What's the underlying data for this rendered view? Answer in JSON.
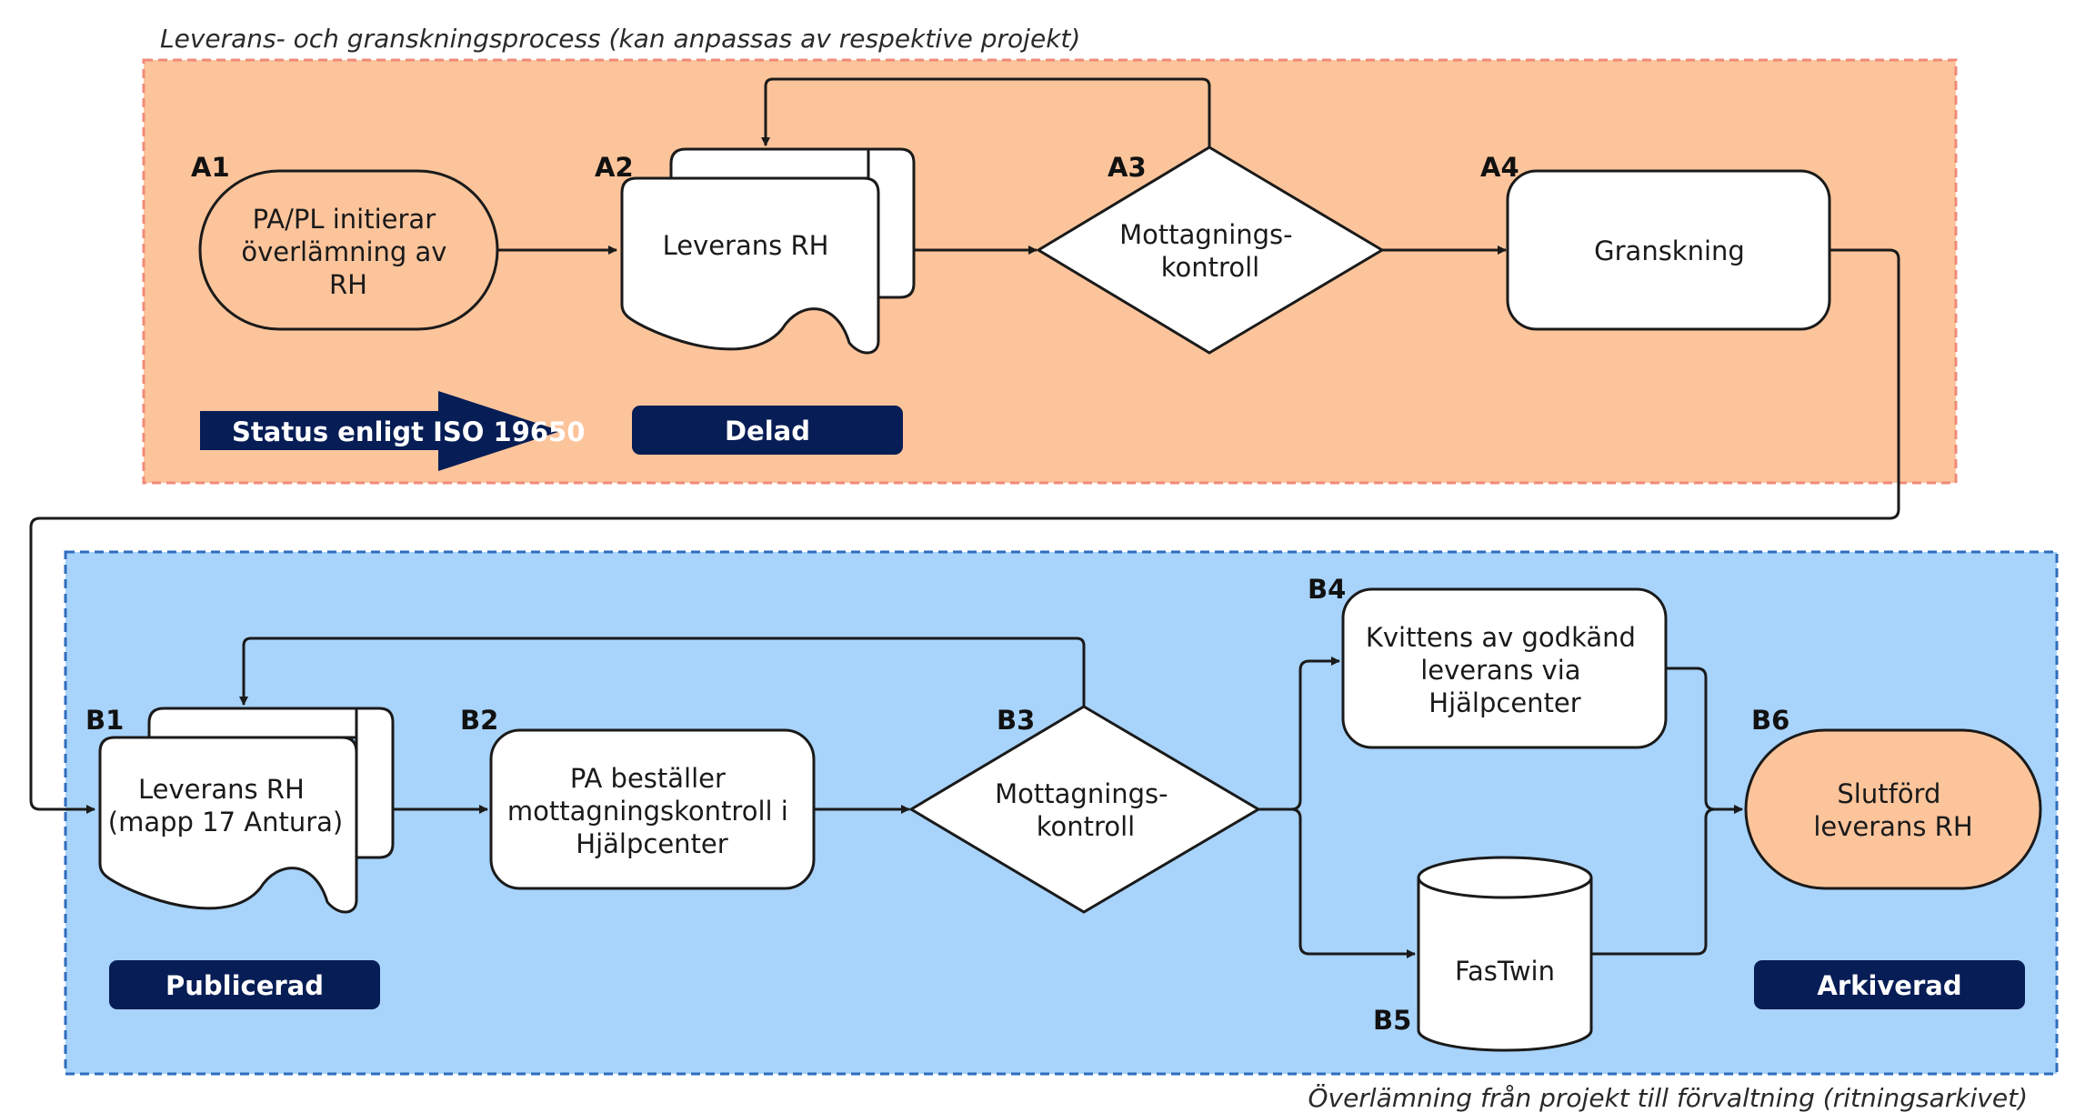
{
  "captions": {
    "top": "Leverans- och granskningsprocess (kan anpassas av respektive projekt)",
    "bottom": "Överlämning från projekt till förvaltning (ritningsarkivet)"
  },
  "colors": {
    "zone_a_fill": "#fcc49b",
    "zone_a_border": "#f08a7a",
    "zone_b_fill": "#a8d3fa",
    "zone_b_border": "#2f6dbd",
    "status_fill": "#061d55",
    "terminal_fill": "#fcc49b",
    "node_fill": "#ffffff"
  },
  "nodes": {
    "A1": {
      "code": "A1",
      "lines": [
        "PA/PL initierar",
        "överlämning av",
        "RH"
      ]
    },
    "A2": {
      "code": "A2",
      "lines": [
        "Leverans RH"
      ]
    },
    "A3": {
      "code": "A3",
      "lines": [
        "Mottagnings-",
        "kontroll"
      ]
    },
    "A4": {
      "code": "A4",
      "lines": [
        "Granskning"
      ]
    },
    "B1": {
      "code": "B1",
      "lines": [
        "Leverans RH",
        "(mapp 17 Antura)"
      ]
    },
    "B2": {
      "code": "B2",
      "lines": [
        "PA beställer",
        "mottagningskontroll i",
        "Hjälpcenter"
      ]
    },
    "B3": {
      "code": "B3",
      "lines": [
        "Mottagnings-",
        "kontroll"
      ]
    },
    "B4": {
      "code": "B4",
      "lines": [
        "Kvittens av godkänd",
        "leverans via",
        "Hjälpcenter"
      ]
    },
    "B5": {
      "code": "B5",
      "lines": [
        "FasTwin"
      ]
    },
    "B6": {
      "code": "B6",
      "lines": [
        "Slutförd",
        "leverans RH"
      ]
    }
  },
  "status": {
    "arrow_label": "Status enligt ISO 19650",
    "delad": "Delad",
    "publicerad": "Publicerad",
    "arkiverad": "Arkiverad"
  }
}
